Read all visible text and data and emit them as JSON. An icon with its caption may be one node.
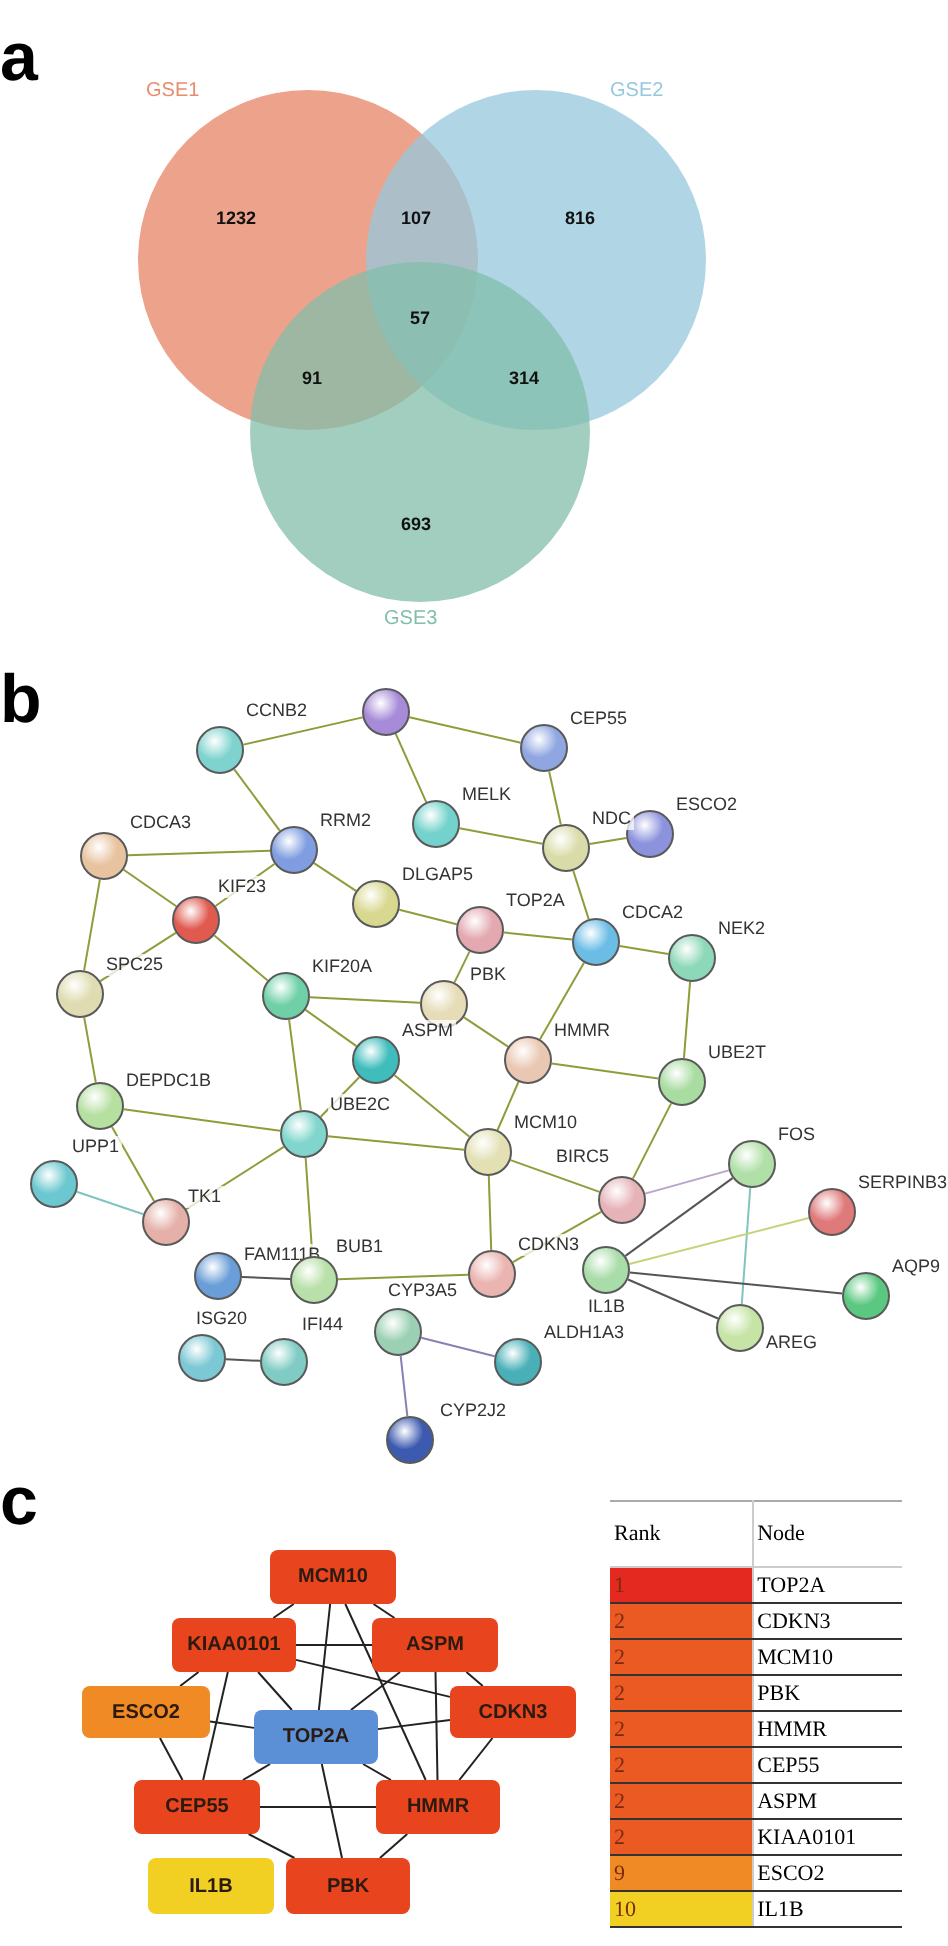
{
  "diagram": {
    "nodes": [
      {
        "text": [
          "GSE1"
        ]
      },
      {
        "text": [
          "GSE2"
        ]
      },
      {
        "text": [
          "GSE3"
        ]
      },
      {
        "text": [],
        "shape": "circle"
      },
      {
        "text": [
          "CCNB2"
        ]
      },
      {
        "text": [
          "CEP55"
        ]
      },
      {
        "text": [
          "MELK"
        ]
      },
      {
        "text": [
          "ESCO2"
        ]
      },
      {
        "text": [
          "CDCA3"
        ]
      },
      {
        "text": [
          "RRM2"
        ]
      },
      {
        "text": [
          "NDC"
        ]
      },
      {
        "text": [
          "DLGAP5"
        ]
      },
      {
        "text": [
          "KIF23"
        ]
      },
      {
        "text": [
          "TOP2A"
        ]
      },
      {
        "text": [
          "CDCA2"
        ]
      },
      {
        "text": [
          "NEK2"
        ]
      },
      {
        "text": [
          "SPC25"
        ]
      },
      {
        "text": [
          "KIF20A"
        ]
      },
      {
        "text": [
          "PBK"
        ]
      },
      {
        "text": [
          "ASPM"
        ]
      },
      {
        "text": [
          "HMMR"
        ]
      },
      {
        "text": [
          "UBE2T"
        ]
      },
      {
        "text": [
          "DEPDC1B"
        ]
      },
      {
        "text": [
          "UBE2C"
        ]
      },
      {
        "text": [
          "MCM10"
        ]
      },
      {
        "text": [
          "UPP1"
        ]
      },
      {
        "text": [
          "FOS"
        ]
      },
      {
        "text": [
          "BIRC5"
        ]
      },
      {
        "text": [
          "TK1"
        ]
      },
      {
        "text": [
          "SERPINB3"
        ]
      },
      {
        "text": [
          "FAM111B"
        ]
      },
      {
        "text": [
          "BUB1"
        ]
      },
      {
        "text": [
          "CDKN3"
        ]
      },
      {
        "text": [
          "IL1B"
        ]
      },
      {
        "text": [
          "AQP9"
        ]
      },
      {
        "text": [
          "AREG"
        ]
      },
      {
        "text": [
          "CYP3A5"
        ]
      },
      {
        "text": [
          "ISG20"
        ]
      },
      {
        "text": [
          "IFI44"
        ]
      },
      {
        "text": [
          "ALDH1A3"
        ]
      },
      {
        "text": [
          "CYP2J2"
        ]
      },
      {
        "text": [
          "MCM10"
        ]
      },
      {
        "text": [
          "KIAA0101"
        ]
      },
      {
        "text": [
          "ASPM"
        ]
      },
      {
        "text": [
          "ESCO2"
        ]
      },
      {
        "text": [
          "TOP2A"
        ]
      },
      {
        "text": [
          "CDKN3"
        ]
      },
      {
        "text": [
          "CEP55"
        ]
      },
      {
        "text": [
          "HMMR"
        ]
      },
      {
        "text": [
          "IL1B"
        ]
      },
      {
        "text": [
          "PBK"
        ]
      }
    ],
    "edges": [
      {
        "from": 3,
        "to": 4,
        "arrow": "none"
      },
      {
        "from": 3,
        "to": 5,
        "arrow": "none"
      },
      {
        "from": 3,
        "to": 6,
        "arrow": "none"
      },
      {
        "from": 4,
        "to": 9,
        "arrow": "none"
      },
      {
        "from": 5,
        "to": 10,
        "arrow": "none"
      },
      {
        "from": 6,
        "to": 10,
        "arrow": "none"
      },
      {
        "from": 10,
        "to": 7,
        "arrow": "none"
      },
      {
        "from": 8,
        "to": 9,
        "arrow": "none"
      },
      {
        "from": 8,
        "to": 12,
        "arrow": "none"
      },
      {
        "from": 8,
        "to": 16,
        "arrow": "none"
      },
      {
        "from": 9,
        "to": 11,
        "arrow": "none"
      },
      {
        "from": 9,
        "to": 12,
        "arrow": "none"
      },
      {
        "from": 11,
        "to": 13,
        "arrow": "none"
      },
      {
        "from": 10,
        "to": 14,
        "arrow": "none"
      },
      {
        "from": 13,
        "to": 14,
        "arrow": "none"
      },
      {
        "from": 14,
        "to": 15,
        "arrow": "none"
      },
      {
        "from": 13,
        "to": 18,
        "arrow": "none"
      },
      {
        "from": 12,
        "to": 17,
        "arrow": "none"
      },
      {
        "from": 12,
        "to": 16,
        "arrow": "none"
      },
      {
        "from": 16,
        "to": 22,
        "arrow": "none"
      },
      {
        "from": 17,
        "to": 18,
        "arrow": "none"
      },
      {
        "from": 17,
        "to": 19,
        "arrow": "none"
      },
      {
        "from": 17,
        "to": 23,
        "arrow": "none"
      },
      {
        "from": 18,
        "to": 20,
        "arrow": "none"
      },
      {
        "from": 19,
        "to": 24,
        "arrow": "none"
      },
      {
        "from": 19,
        "to": 23,
        "arrow": "none"
      },
      {
        "from": 14,
        "to": 20,
        "arrow": "none"
      },
      {
        "from": 15,
        "to": 21,
        "arrow": "none"
      },
      {
        "from": 20,
        "to": 21,
        "arrow": "none"
      },
      {
        "from": 20,
        "to": 24,
        "arrow": "none"
      },
      {
        "from": 21,
        "to": 27,
        "arrow": "none"
      },
      {
        "from": 22,
        "to": 28,
        "arrow": "none"
      },
      {
        "from": 22,
        "to": 23,
        "arrow": "none"
      },
      {
        "from": 23,
        "to": 28,
        "arrow": "none"
      },
      {
        "from": 23,
        "to": 31,
        "arrow": "none"
      },
      {
        "from": 24,
        "to": 32,
        "arrow": "none"
      },
      {
        "from": 24,
        "to": 27,
        "arrow": "none"
      },
      {
        "from": 27,
        "to": 32,
        "arrow": "none"
      },
      {
        "from": 31,
        "to": 32,
        "arrow": "none"
      },
      {
        "from": 23,
        "to": 24,
        "arrow": "none"
      },
      {
        "from": 25,
        "to": 28,
        "arrow": "none",
        "color": "#7fc4c0"
      },
      {
        "from": 30,
        "to": 31,
        "arrow": "none",
        "color": "#555555"
      },
      {
        "from": 37,
        "to": 38,
        "arrow": "none",
        "color": "#555555"
      },
      {
        "from": 36,
        "to": 39,
        "arrow": "none",
        "color": "#8a7fb5"
      },
      {
        "from": 36,
        "to": 40,
        "arrow": "none",
        "color": "#8a7fb5"
      },
      {
        "from": 26,
        "to": 27,
        "arrow": "none",
        "color": "#b9a3c8"
      },
      {
        "from": 26,
        "to": 35,
        "arrow": "none",
        "color": "#7fc4c0"
      },
      {
        "from": 26,
        "to": 33,
        "arrow": "none",
        "color": "#555555"
      },
      {
        "from": 33,
        "to": 29,
        "arrow": "none",
        "color": "#c8d27a"
      },
      {
        "from": 33,
        "to": 34,
        "arrow": "none",
        "color": "#555555"
      },
      {
        "from": 33,
        "to": 35,
        "arrow": "none",
        "color": "#555555"
      },
      {
        "from": 41,
        "to": 42,
        "arrow": "none",
        "color": "#222222"
      },
      {
        "from": 41,
        "to": 43,
        "arrow": "none",
        "color": "#222222"
      },
      {
        "from": 41,
        "to": 45,
        "arrow": "none",
        "color": "#222222"
      },
      {
        "from": 41,
        "to": 48,
        "arrow": "none",
        "color": "#222222"
      },
      {
        "from": 42,
        "to": 43,
        "arrow": "none",
        "color": "#222222"
      },
      {
        "from": 42,
        "to": 45,
        "arrow": "none",
        "color": "#222222"
      },
      {
        "from": 42,
        "to": 47,
        "arrow": "none",
        "color": "#222222"
      },
      {
        "from": 42,
        "to": 46,
        "arrow": "none",
        "color": "#222222"
      },
      {
        "from": 43,
        "to": 45,
        "arrow": "none",
        "color": "#222222"
      },
      {
        "from": 43,
        "to": 46,
        "arrow": "none",
        "color": "#222222"
      },
      {
        "from": 43,
        "to": 48,
        "arrow": "none",
        "color": "#222222"
      },
      {
        "from": 45,
        "to": 46,
        "arrow": "none",
        "color": "#222222"
      },
      {
        "from": 45,
        "to": 47,
        "arrow": "none",
        "color": "#222222"
      },
      {
        "from": 45,
        "to": 48,
        "arrow": "none",
        "color": "#222222"
      },
      {
        "from": 45,
        "to": 50,
        "arrow": "none",
        "color": "#222222"
      },
      {
        "from": 46,
        "to": 48,
        "arrow": "none",
        "color": "#222222"
      },
      {
        "from": 47,
        "to": 48,
        "arrow": "none",
        "color": "#222222"
      },
      {
        "from": 47,
        "to": 50,
        "arrow": "none",
        "color": "#222222"
      },
      {
        "from": 48,
        "to": 50,
        "arrow": "none",
        "color": "#222222"
      },
      {
        "from": 44,
        "to": 42,
        "arrow": "none",
        "color": "#222222"
      },
      {
        "from": 44,
        "to": 47,
        "arrow": "none",
        "color": "#222222"
      },
      {
        "from": 44,
        "to": 45,
        "arrow": "none",
        "color": "#222222"
      }
    ],
    "labels": [
      "a",
      "1232",
      "107",
      "816",
      "57",
      "91",
      "314",
      "693",
      "b",
      "c",
      "Rank",
      "Node",
      "1",
      "TOP2A",
      "2",
      "CDKN3",
      "2",
      "MCM10",
      "2",
      "PBK",
      "2",
      "HMMR",
      "2",
      "CEP55",
      "2",
      "ASPM",
      "2",
      "KIAA0101",
      "9",
      "ESCO2",
      "10",
      "IL1B"
    ]
  }
}
